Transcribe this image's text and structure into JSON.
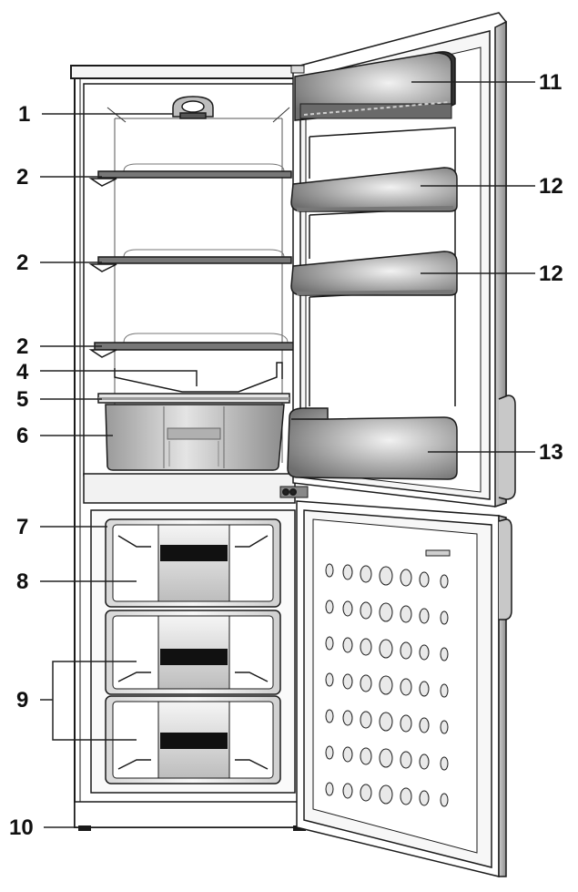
{
  "diagram": {
    "callouts": [
      {
        "id": "1",
        "label": "1"
      },
      {
        "id": "2a",
        "label": "2"
      },
      {
        "id": "2b",
        "label": "2"
      },
      {
        "id": "2c",
        "label": "2"
      },
      {
        "id": "4",
        "label": "4"
      },
      {
        "id": "5",
        "label": "5"
      },
      {
        "id": "6",
        "label": "6"
      },
      {
        "id": "7",
        "label": "7"
      },
      {
        "id": "8",
        "label": "8"
      },
      {
        "id": "9",
        "label": "9"
      },
      {
        "id": "10",
        "label": "10"
      },
      {
        "id": "11",
        "label": "11"
      },
      {
        "id": "12a",
        "label": "12"
      },
      {
        "id": "12b",
        "label": "12"
      },
      {
        "id": "13",
        "label": "13"
      }
    ]
  },
  "colors": {
    "outline": "#1a1a1a",
    "leader_line": "#222222",
    "background": "#ffffff"
  }
}
